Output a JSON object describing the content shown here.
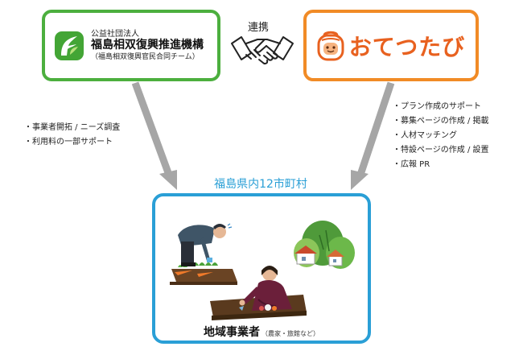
{
  "left_org": {
    "type": "公益社団法人",
    "name": "福島相双復興推進機構",
    "sub": "（福島相双復興官民合同チーム）",
    "border_color": "#4caf3e",
    "logo_icon": "fz-leaf-logo"
  },
  "right_org": {
    "name": "おてつたび",
    "border_color": "#f18b26",
    "logo_icon": "backpack-face-logo"
  },
  "partnership": {
    "label": "連携",
    "icon": "handshake-icon"
  },
  "left_support": {
    "items": [
      "事業者開拓 / ニーズ調査",
      "利用料の一部サポート"
    ]
  },
  "right_support": {
    "items": [
      "プラン作成のサポート",
      "募集ページの作成 / 掲載",
      "人材マッチング",
      "特設ページの作成 / 設置",
      "広報 PR"
    ]
  },
  "region_label": "福島県内12市町村",
  "businesses": {
    "title": "地域事業者",
    "note": "（農家・旅館など）",
    "border_color": "#2a9fd6",
    "illustration": "farm-workers-illustration"
  },
  "arrow_color": "#a6a6a6"
}
